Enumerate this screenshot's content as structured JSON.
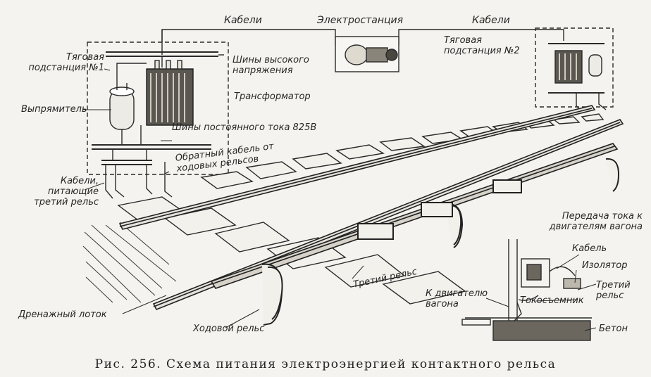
{
  "labels": {
    "cables_left": "Кабели",
    "power_station": "Электростанция",
    "cables_right": "Кабели",
    "substation_1": "Тяговая подстанция №1",
    "substation_2": "Тяговая подстанция №2",
    "hv_buses": "Шины высокого напряжения",
    "transformer": "Трансформатор",
    "rectifier": "Выпрямитель",
    "dc_buses": "Шины постоянного тока 825В",
    "return_cable": "Обратный кабель от ходовых рельсов",
    "feeder_cables": "Кабели, питающие третий рельс",
    "third_rail_mid": "Третий рельс",
    "drain_tray": "Дренажный лоток",
    "running_rail": "Ходовой рельс",
    "current_transfer": "Передача тока к двигателям вагона",
    "cable_inset": "Кабель",
    "insulator": "Изолятор",
    "third_rail_inset": "Третий рельс",
    "to_motor": "К двигателю вагона",
    "current_collector": "Токосъемник",
    "concrete": "Бетон"
  },
  "caption": "Рис. 256. Схема питания электроэнергией контактного рельса"
}
